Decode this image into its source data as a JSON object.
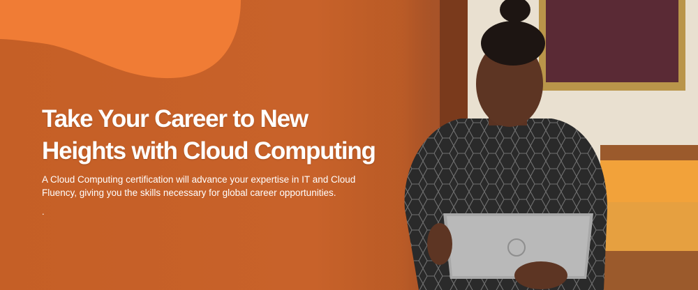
{
  "hero": {
    "headline_line1": "Take Your Career to New",
    "headline_line2": "Heights with Cloud Computing",
    "subtext": "A Cloud Computing certification will advance your expertise in IT and Cloud Fluency, giving you the skills necessary for global career opportunities.",
    "trailing_text": "."
  },
  "colors": {
    "accent_orange": "#f07c35",
    "background_orange": "#c8622a",
    "text": "#ffffff"
  }
}
